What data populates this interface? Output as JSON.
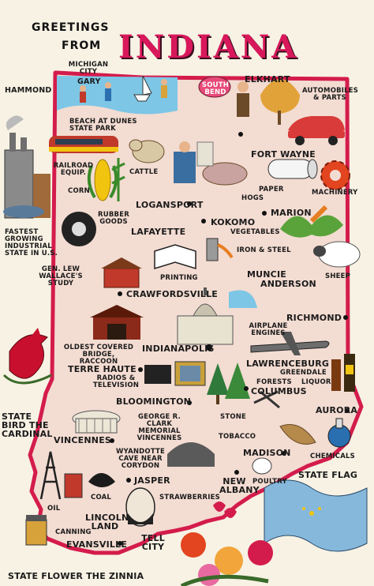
{
  "title": {
    "greetings": "GREETINGS",
    "from": "FROM",
    "state": "INDIANA"
  },
  "colors": {
    "state_fill": "#f3dcd2",
    "border": "#d41c4c",
    "title": "#d8185a",
    "background": "#f7f2e4"
  },
  "labels": {
    "michigan_city": "MICHIGAN CITY",
    "gary": "GARY",
    "hammond": "HAMMOND",
    "south_bend": "SOUTH BEND",
    "elkhart": "ELKHART",
    "automobiles_parts": "AUTOMOBILES & PARTS",
    "beach_dunes": "BEACH AT DUNES STATE PARK",
    "fort_wayne": "FORT WAYNE",
    "railroad_equip": "RAILROAD EQUIP.",
    "corn": "CORN",
    "cattle": "CATTLE",
    "paper": "PAPER",
    "hogs": "HOGS",
    "machinery": "MACHINERY",
    "logansport": "LOGANSPORT",
    "fastest_growing": "FASTEST GROWING INDUSTRIAL STATE IN U.S.",
    "rubber_goods": "RUBBER GOODS",
    "kokomo": "KOKOMO",
    "marion": "MARION",
    "vegetables": "VEGETABLES",
    "lafayette": "LAFAYETTE",
    "iron_steel": "IRON & STEEL",
    "gen_wallace": "GEN. LEW WALLACE'S STUDY",
    "printing": "PRINTING",
    "muncie": "MUNCIE",
    "anderson": "ANDERSON",
    "sheep": "SHEEP",
    "crawfordsville": "CRAWFORDSVILLE",
    "richmond": "RICHMOND",
    "covered_bridge": "OLDEST COVERED BRIDGE, RACCOON",
    "indianapolis": "INDIANAPOLIS",
    "airplane_engines": "AIRPLANE ENGINES",
    "terre_haute": "TERRE HAUTE",
    "lawrenceburg": "LAWRENCEBURG",
    "greendale": "GREENDALE",
    "forests": "FORESTS",
    "liquor": "LIQUOR",
    "radios_television": "RADIOS & TELEVISION",
    "columbus": "COLUMBUS",
    "bloomington": "BLOOMINGTON",
    "state_bird": "STATE BIRD THE CARDINAL",
    "clark_memorial": "GEORGE R. CLARK MEMORIAL VINCENNES",
    "stone": "STONE",
    "aurora": "AURORA",
    "vincennes": "VINCENNES",
    "tobacco": "TOBACCO",
    "wyandotte": "WYANDOTTE CAVE NEAR CORYDON",
    "madison": "MADISON",
    "chemicals": "CHEMICALS",
    "oil": "OIL",
    "coal": "COAL",
    "jasper": "JASPER",
    "poultry": "POULTRY",
    "new_albany": "NEW ALBANY",
    "state_flag": "STATE FLAG",
    "strawberries": "STRAWBERRIES",
    "lincoln_land": "LINCOLN LAND",
    "canning": "CANNING",
    "evansville": "EVANSVILLE",
    "tell_city": "TELL CITY",
    "state_flower": "STATE FLOWER THE ZINNIA"
  }
}
